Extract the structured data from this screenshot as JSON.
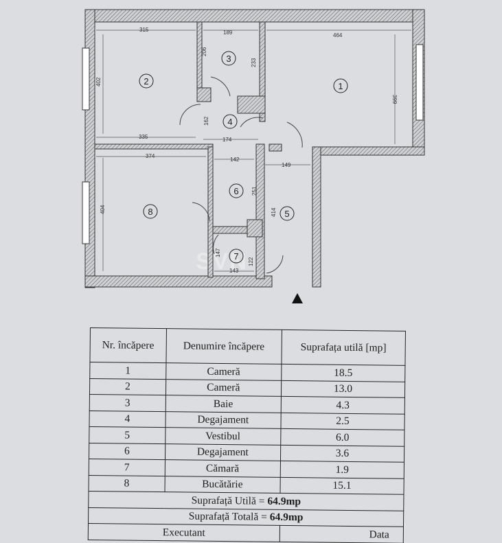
{
  "plan": {
    "room_numbers": [
      "1",
      "2",
      "3",
      "4",
      "5",
      "6",
      "7",
      "8"
    ],
    "dimensions": [
      "315",
      "189",
      "464",
      "402",
      "206",
      "233",
      "399",
      "162",
      "335",
      "174",
      "374",
      "142",
      "149",
      "251",
      "404",
      "414",
      "147",
      "122",
      "143"
    ],
    "watermark": "SVN"
  },
  "table": {
    "header": {
      "nr": "Nr. încăpere",
      "name": "Denumire încăpere",
      "area": "Suprafața utilă [mp]"
    },
    "rows": [
      {
        "nr": "1",
        "name": "Cameră",
        "area": "18.5"
      },
      {
        "nr": "2",
        "name": "Cameră",
        "area": "13.0"
      },
      {
        "nr": "3",
        "name": "Baie",
        "area": "4.3"
      },
      {
        "nr": "4",
        "name": "Degajament",
        "area": "2.5"
      },
      {
        "nr": "5",
        "name": "Vestibul",
        "area": "6.0"
      },
      {
        "nr": "6",
        "name": "Degajament",
        "area": "3.6"
      },
      {
        "nr": "7",
        "name": "Cămară",
        "area": "1.9"
      },
      {
        "nr": "8",
        "name": "Bucătărie",
        "area": "15.1"
      }
    ],
    "util_label": "Suprafață Utilă = ",
    "util_value": "64.9mp",
    "total_label": "Suprafață Totală = ",
    "total_value": "64.9mp",
    "executant": "Executant",
    "data_label": "Data"
  }
}
